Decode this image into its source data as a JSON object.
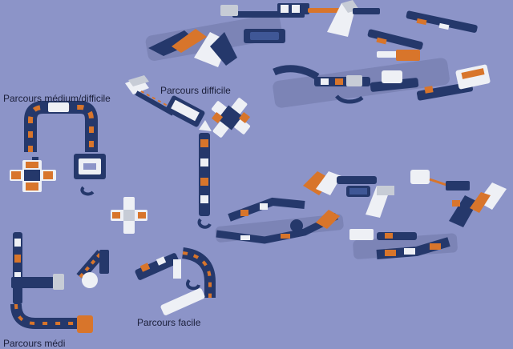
{
  "labels": {
    "medium_hard": "Parcours médium/difficile",
    "hard": "Parcours difficile",
    "easy": "Parcours facile",
    "partial_bottom_left": "Parcours médi"
  },
  "colors": {
    "background": "#8c94c8",
    "navy": "#25386b",
    "orange": "#d8752b",
    "white": "#eef0f5",
    "grey": "#c7ccd6",
    "shadow": "#6f77a8"
  }
}
